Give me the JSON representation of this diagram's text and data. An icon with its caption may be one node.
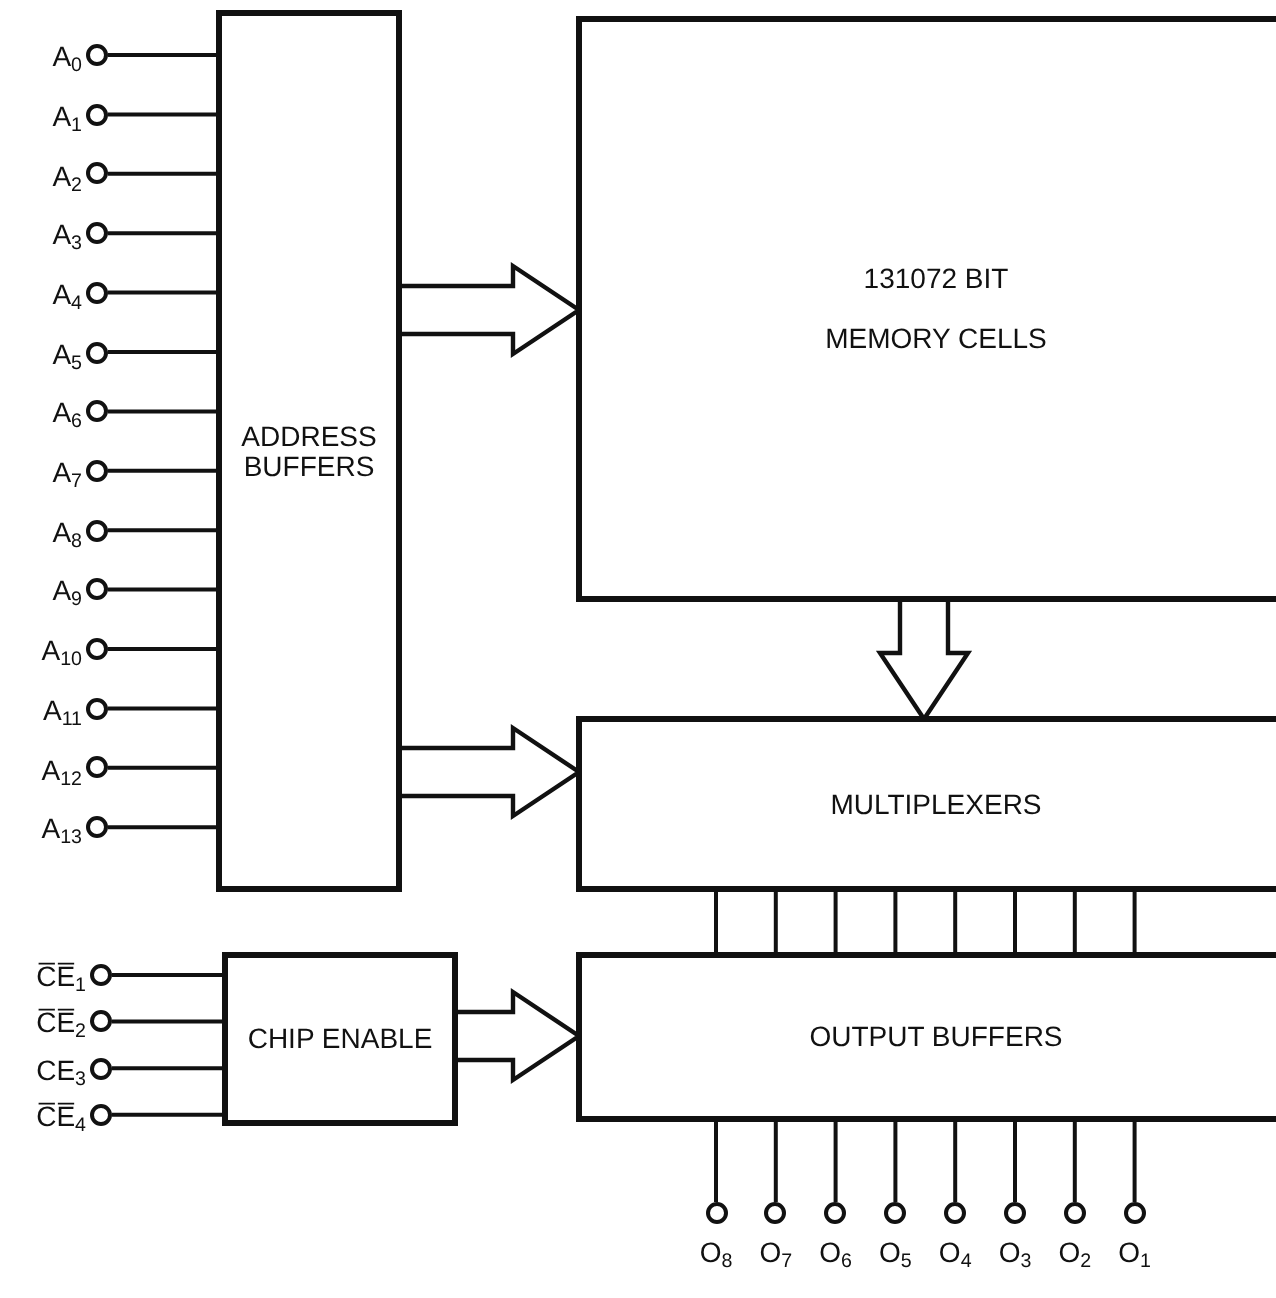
{
  "diagram": {
    "nodes": [
      {
        "text": [],
        "shape": "circle",
        "beside": [
          "A$_{0}$"
        ]
      },
      {
        "text": [],
        "shape": "circle",
        "beside": [
          "A$_{1}$"
        ]
      },
      {
        "text": [],
        "shape": "circle",
        "beside": [
          "A$_{2}$"
        ]
      },
      {
        "text": [],
        "shape": "circle",
        "beside": [
          "A$_{3}$"
        ]
      },
      {
        "text": [],
        "shape": "circle",
        "beside": [
          "A$_{4}$"
        ]
      },
      {
        "text": [],
        "shape": "circle",
        "beside": [
          "A$_{5}$"
        ]
      },
      {
        "text": [],
        "shape": "circle",
        "beside": [
          "A$_{6}$"
        ]
      },
      {
        "text": [],
        "shape": "circle",
        "beside": [
          "A$_{7}$"
        ]
      },
      {
        "text": [],
        "shape": "circle",
        "beside": [
          "A$_{8}$"
        ]
      },
      {
        "text": [],
        "shape": "circle",
        "beside": [
          "A$_{9}$"
        ]
      },
      {
        "text": [],
        "shape": "circle",
        "beside": [
          "A$_{10}$"
        ]
      },
      {
        "text": [],
        "shape": "circle",
        "beside": [
          "A$_{11}$"
        ]
      },
      {
        "text": [],
        "shape": "circle",
        "beside": [
          "A$_{12}$"
        ]
      },
      {
        "text": [],
        "shape": "circle",
        "beside": [
          "A$_{13}$"
        ]
      },
      {
        "text": [
          "ADDRESS BUFFERS"
        ]
      },
      {
        "text": [
          "131072 BIT MEMORY CELLS"
        ]
      },
      {
        "text": [
          "MULTIPLEXERS"
        ]
      },
      {
        "text": [],
        "shape": "circle",
        "beside": [
          "C̅E̅$_{1}$"
        ]
      },
      {
        "text": [],
        "shape": "circle",
        "beside": [
          "C̅E̅$_{2}$"
        ]
      },
      {
        "text": [],
        "shape": "circle",
        "beside": [
          "CE$_{3}$"
        ]
      },
      {
        "text": [],
        "shape": "circle",
        "beside": [
          "C̅E̅$_{4}$"
        ]
      },
      {
        "text": [
          "CHIP ENABLE"
        ]
      },
      {
        "text": [
          "OUTPUT BUFFERS"
        ]
      },
      {
        "text": [],
        "shape": "circle",
        "beside": [
          "O$_{8}$"
        ]
      },
      {
        "text": [],
        "shape": "circle",
        "beside": [
          "O$_{7}$"
        ]
      },
      {
        "text": [],
        "shape": "circle",
        "beside": [
          "O$_{6}$"
        ]
      },
      {
        "text": [],
        "shape": "circle",
        "beside": [
          "O$_{5}$"
        ]
      },
      {
        "text": [],
        "shape": "circle",
        "beside": [
          "O$_{4}$"
        ]
      },
      {
        "text": [],
        "shape": "circle",
        "beside": [
          "O$_{3}$"
        ]
      },
      {
        "text": [],
        "shape": "circle",
        "beside": [
          "O$_{2}$"
        ]
      },
      {
        "text": [],
        "shape": "circle",
        "beside": [
          "O$_{1}$"
        ]
      }
    ],
    "edges": [
      {
        "from": 0,
        "to": 14,
        "arrow": "none"
      },
      {
        "from": 1,
        "to": 14,
        "arrow": "none"
      },
      {
        "from": 2,
        "to": 14,
        "arrow": "none"
      },
      {
        "from": 3,
        "to": 14,
        "arrow": "none"
      },
      {
        "from": 4,
        "to": 14,
        "arrow": "none"
      },
      {
        "from": 5,
        "to": 14,
        "arrow": "none"
      },
      {
        "from": 6,
        "to": 14,
        "arrow": "none"
      },
      {
        "from": 7,
        "to": 14,
        "arrow": "none"
      },
      {
        "from": 8,
        "to": 14,
        "arrow": "none"
      },
      {
        "from": 9,
        "to": 14,
        "arrow": "none"
      },
      {
        "from": 10,
        "to": 14,
        "arrow": "none"
      },
      {
        "from": 11,
        "to": 14,
        "arrow": "none"
      },
      {
        "from": 12,
        "to": 14,
        "arrow": "none"
      },
      {
        "from": 13,
        "to": 14,
        "arrow": "none"
      },
      {
        "from": 14,
        "to": 15,
        "arrow": "to",
        "style": "thick"
      },
      {
        "from": 14,
        "to": 16,
        "arrow": "to",
        "style": "thick"
      },
      {
        "from": 15,
        "to": 16,
        "arrow": "to",
        "style": "thick"
      },
      {
        "from": 16,
        "to": 22,
        "arrow": "none"
      },
      {
        "from": 16,
        "to": 22,
        "arrow": "none"
      },
      {
        "from": 16,
        "to": 22,
        "arrow": "none"
      },
      {
        "from": 16,
        "to": 22,
        "arrow": "none"
      },
      {
        "from": 16,
        "to": 22,
        "arrow": "none"
      },
      {
        "from": 16,
        "to": 22,
        "arrow": "none"
      },
      {
        "from": 16,
        "to": 22,
        "arrow": "none"
      },
      {
        "from": 16,
        "to": 22,
        "arrow": "none"
      },
      {
        "from": 17,
        "to": 21,
        "arrow": "none"
      },
      {
        "from": 18,
        "to": 21,
        "arrow": "none"
      },
      {
        "from": 19,
        "to": 21,
        "arrow": "none"
      },
      {
        "from": 20,
        "to": 21,
        "arrow": "none"
      },
      {
        "from": 21,
        "to": 22,
        "arrow": "to",
        "style": "thick"
      },
      {
        "from": 22,
        "to": 23,
        "arrow": "none"
      },
      {
        "from": 22,
        "to": 24,
        "arrow": "none"
      },
      {
        "from": 22,
        "to": 25,
        "arrow": "none"
      },
      {
        "from": 22,
        "to": 26,
        "arrow": "none"
      },
      {
        "from": 22,
        "to": 27,
        "arrow": "none"
      },
      {
        "from": 22,
        "to": 28,
        "arrow": "none"
      },
      {
        "from": 22,
        "to": 29,
        "arrow": "none"
      },
      {
        "from": 22,
        "to": 30,
        "arrow": "none"
      }
    ]
  }
}
